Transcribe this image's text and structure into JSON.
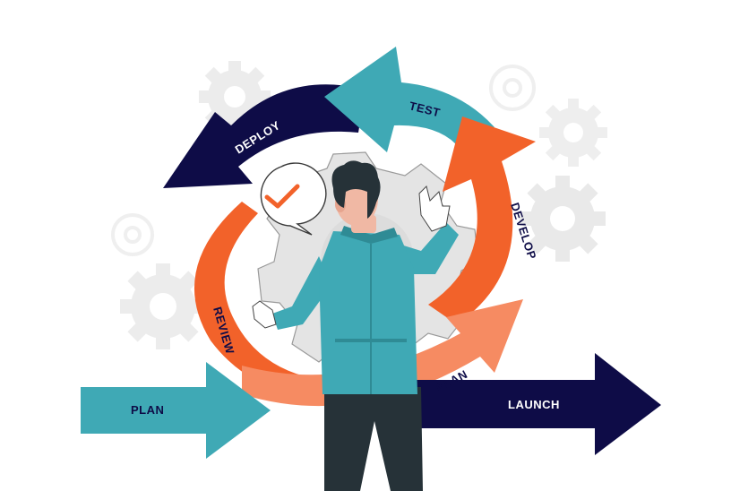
{
  "diagram": {
    "stages": {
      "deploy": "DEPLOY",
      "test": "TEST",
      "develop": "DEVELOP",
      "plan_cycle": "PLAN",
      "review": "REVIEW"
    },
    "entry_label": "PLAN",
    "exit_label": "LAUNCH",
    "colors": {
      "navy": "#0E0C47",
      "teal": "#3FA9B5",
      "orange": "#F2622A",
      "salmon": "#F68B62",
      "gear_grey": "#E6E6E6",
      "check_red": "#F2622A"
    }
  }
}
